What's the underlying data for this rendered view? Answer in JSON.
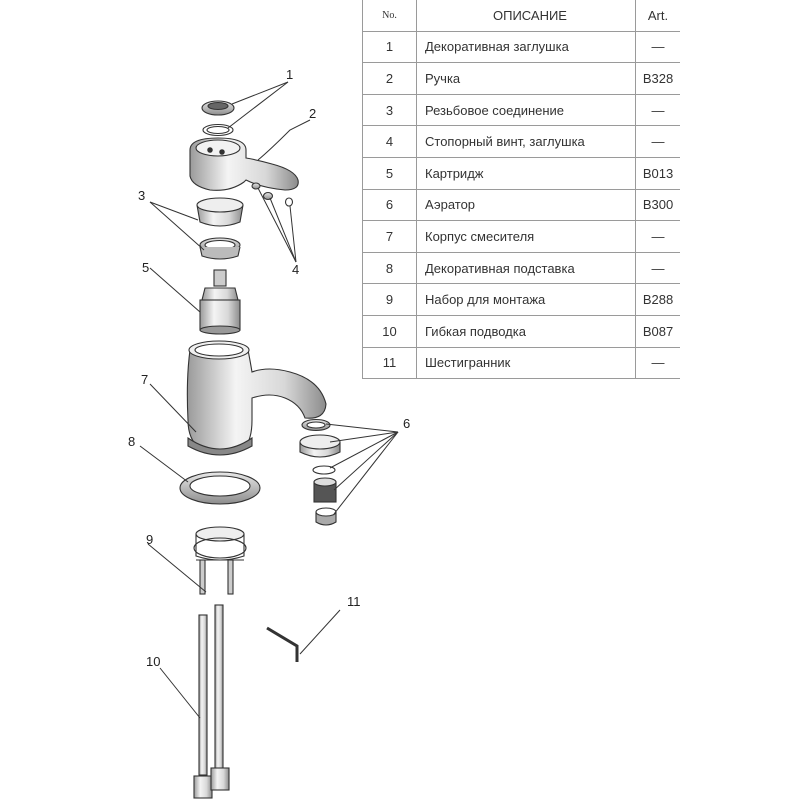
{
  "table": {
    "headers": {
      "no": "No.",
      "description": "ОПИСАНИЕ",
      "art": "Art."
    },
    "rows": [
      {
        "no": "1",
        "description": "Декоративная заглушка",
        "art": "—"
      },
      {
        "no": "2",
        "description": "Ручка",
        "art": "B328"
      },
      {
        "no": "3",
        "description": "Резьбовое соединение",
        "art": "—"
      },
      {
        "no": "4",
        "description": "Стопорный винт, заглушка",
        "art": "—"
      },
      {
        "no": "5",
        "description": "Картридж",
        "art": "B013"
      },
      {
        "no": "6",
        "description": "Аэратор",
        "art": "B300"
      },
      {
        "no": "7",
        "description": "Корпус смесителя",
        "art": "—"
      },
      {
        "no": "8",
        "description": "Декоративная подставка",
        "art": "—"
      },
      {
        "no": "9",
        "description": "Набор для монтажа",
        "art": "B288"
      },
      {
        "no": "10",
        "description": "Гибкая подводка",
        "art": "B087"
      },
      {
        "no": "11",
        "description": "Шестигранник",
        "art": "—"
      }
    ]
  },
  "callouts": {
    "c1": "1",
    "c2": "2",
    "c3": "3",
    "c4": "4",
    "c5": "5",
    "c6": "6",
    "c7": "7",
    "c8": "8",
    "c9": "9",
    "c10": "10",
    "c11": "11"
  },
  "colors": {
    "line": "#333333",
    "table_border": "#9a9a9a",
    "shade": "#bfbfbf"
  }
}
